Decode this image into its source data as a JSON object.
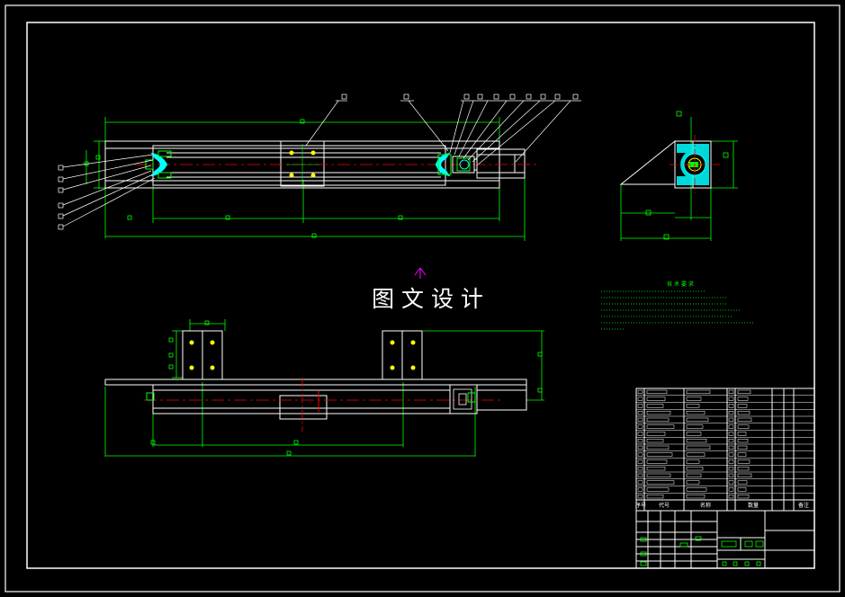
{
  "drawing": {
    "watermark": "图 文 设 计",
    "tech_notes_title": "技 术 要 求",
    "colors": {
      "background": "#000000",
      "outline": "#ffffff",
      "dimension": "#00ff00",
      "centerline": "#ff0000",
      "section_fill": "#00ffff",
      "marker": "#ff00ff",
      "bolt": "#ffff00"
    }
  },
  "title_block": {
    "header": {
      "col_no": "序号",
      "col_code": "代号",
      "col_name": "名称",
      "col_qty": "数量",
      "col_note": "备注"
    }
  }
}
